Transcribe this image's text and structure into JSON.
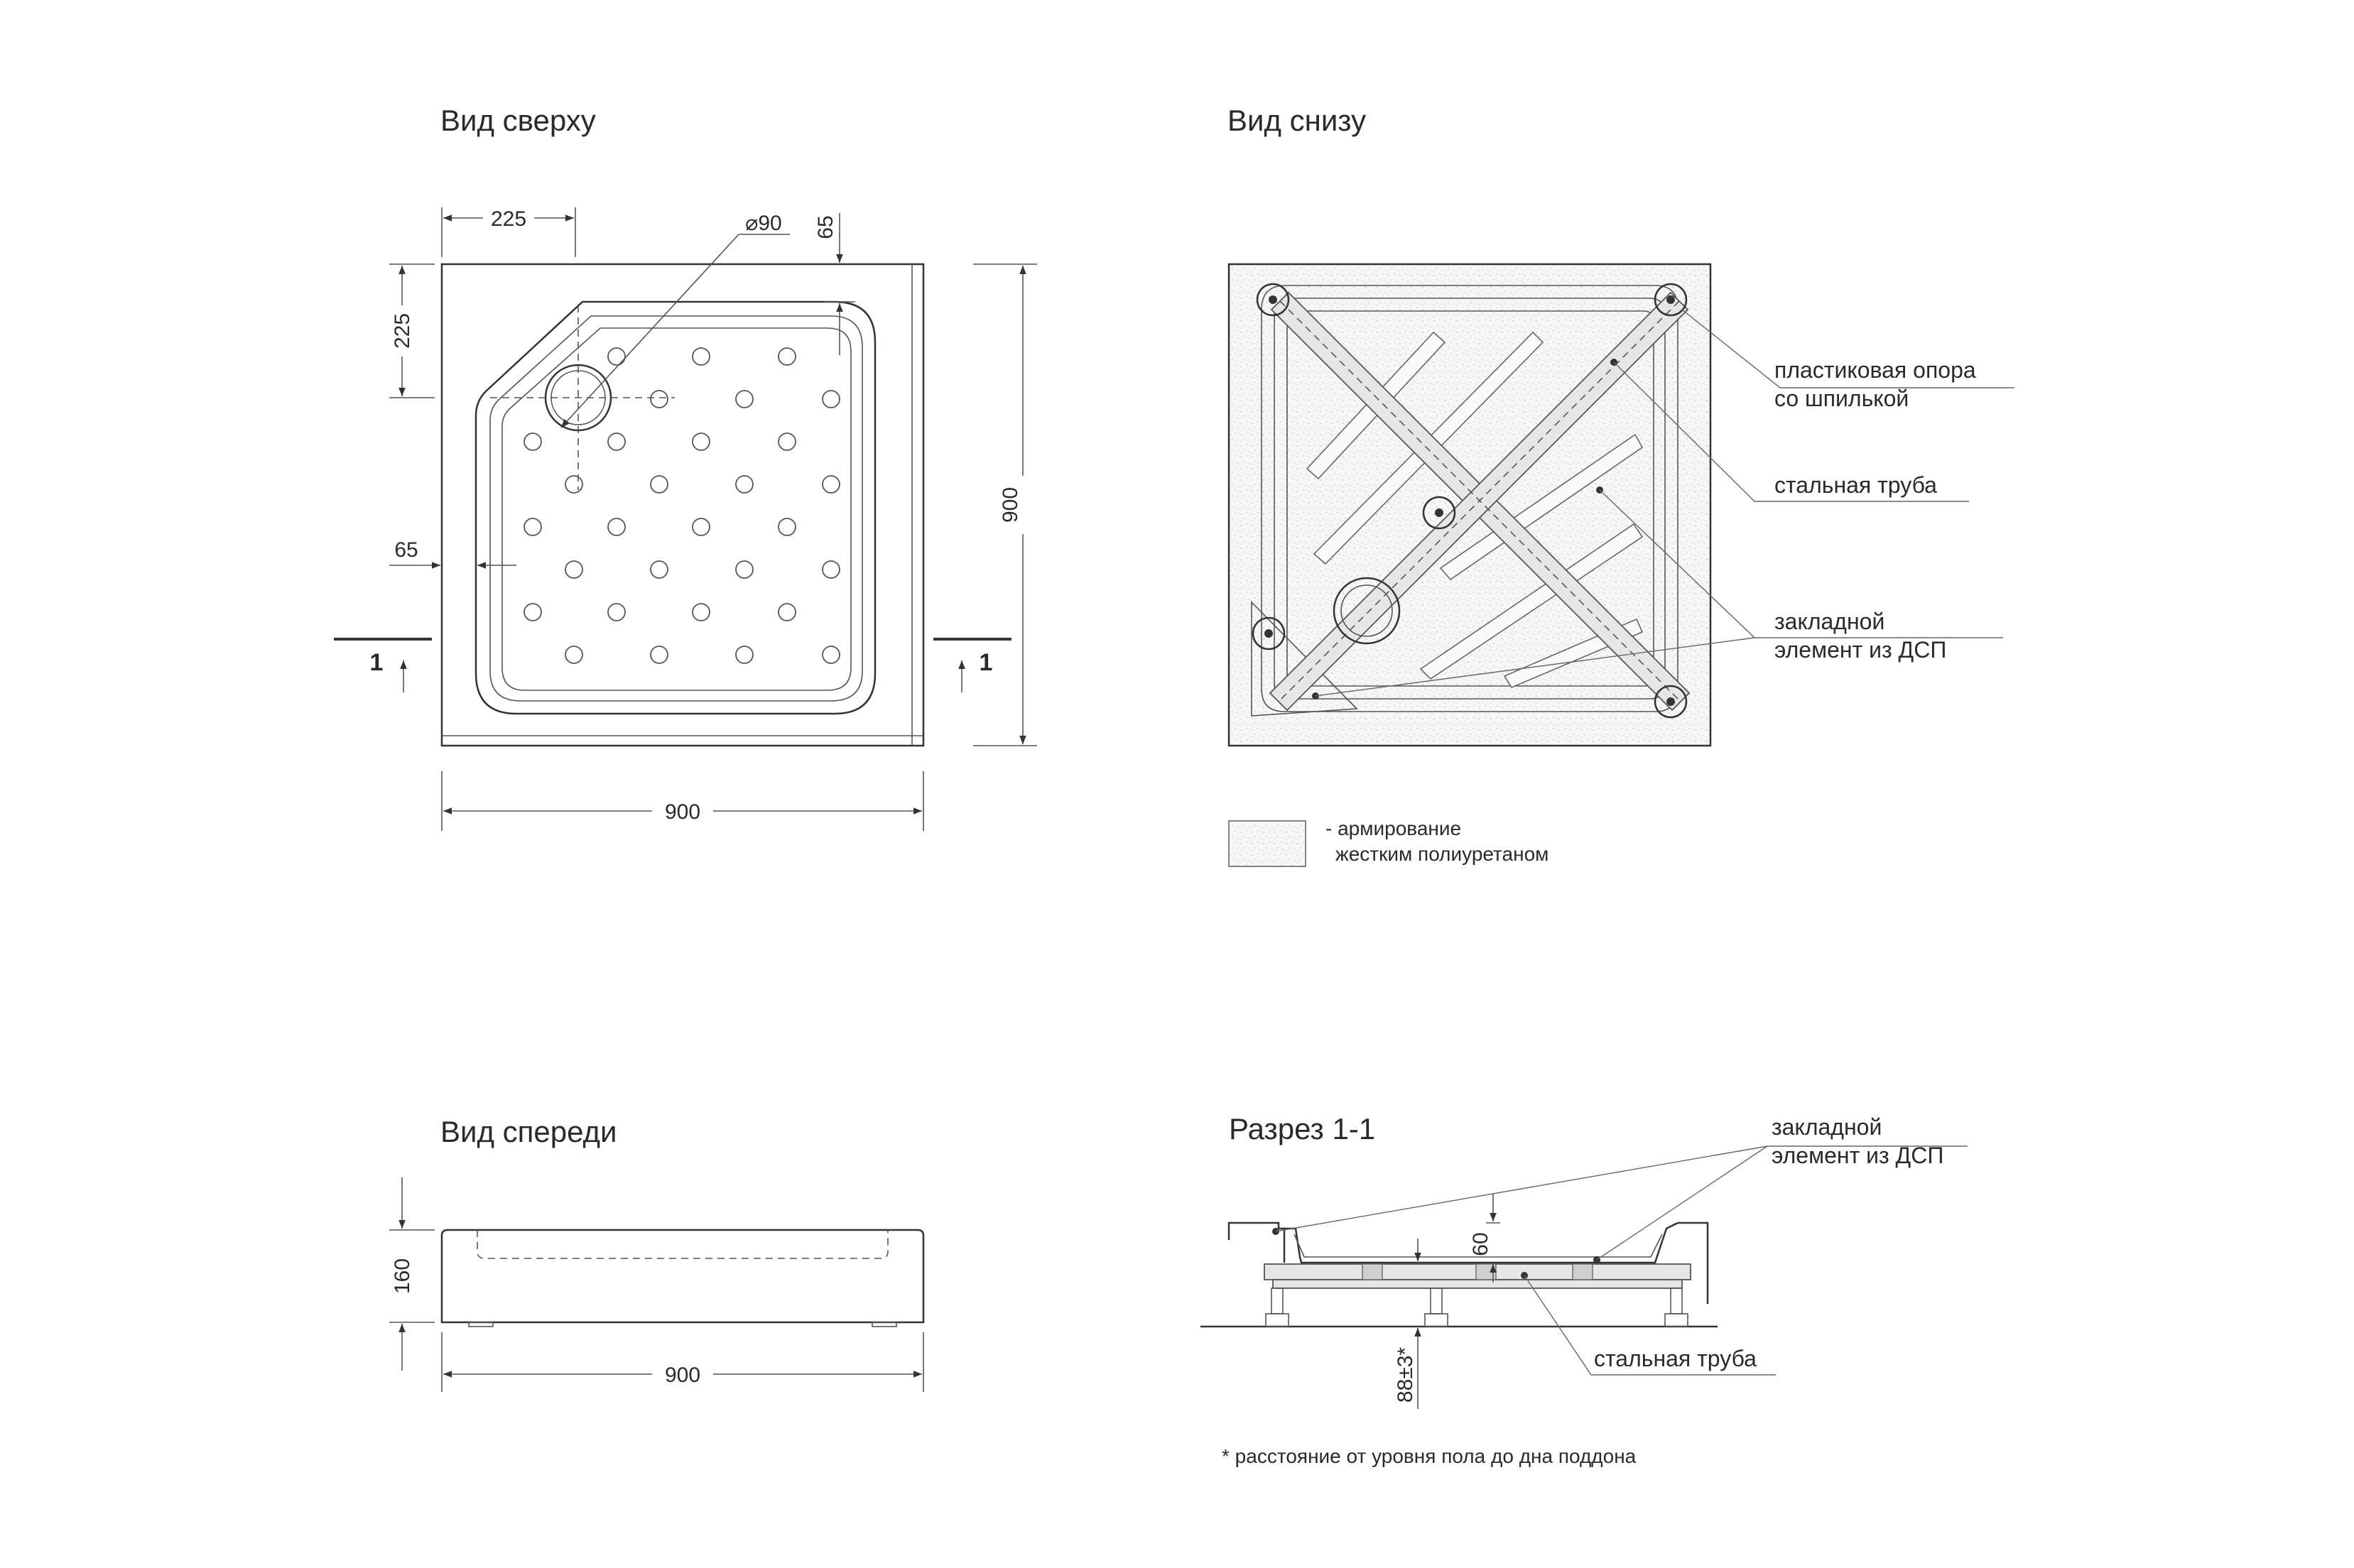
{
  "views": {
    "top": "Вид сверху",
    "bottom": "Вид снизу",
    "front": "Вид спереди",
    "section": "Разрез 1-1"
  },
  "dims": {
    "d225_h": "225",
    "d225_v": "225",
    "diam90": "⌀90",
    "d65_top": "65",
    "d65_left": "65",
    "d900_right": "900",
    "d900_bottom": "900",
    "section_mark_left": "1",
    "section_mark_right": "1",
    "d160": "160",
    "d900_front": "900",
    "d60": "60",
    "d88": "88±3*"
  },
  "labels": {
    "support_1": "пластиковая опора",
    "support_2": "со шпилькой",
    "steel_pipe": "стальная труба",
    "insert_1": "закладной",
    "insert_2": "элемент из ДСП",
    "legend_1": "- армирование",
    "legend_2": "жестким полиуретаном",
    "section_insert_1": "закладной",
    "section_insert_2": "элемент из ДСП",
    "section_pipe": "стальная труба",
    "footnote": "* расстояние от уровня пола до дна поддона"
  },
  "colors": {
    "line": "#333333",
    "fill": "#e6e6e6",
    "background": "#ffffff"
  }
}
